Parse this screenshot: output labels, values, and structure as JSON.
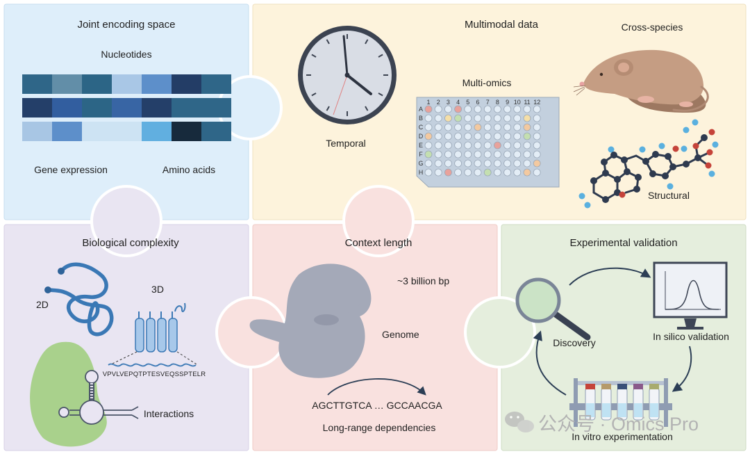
{
  "panels": {
    "joint_encoding": {
      "title": "Joint encoding space",
      "row_label": "Nucleotides",
      "label_left": "Gene expression",
      "label_right": "Amino acids",
      "colors": {
        "background": "#deeefa",
        "border": "#c7ddef"
      }
    },
    "multimodal": {
      "title": "Multimodal data",
      "temporal": "Temporal",
      "multiomics": "Multi-omics",
      "cross_species": "Cross-species",
      "structural": "Structural",
      "plate_columns": [
        "1",
        "2",
        "3",
        "4",
        "5",
        "6",
        "7",
        "8",
        "9",
        "10",
        "11",
        "12"
      ],
      "plate_rows": [
        "A",
        "B",
        "C",
        "D",
        "E",
        "F",
        "G",
        "H"
      ],
      "colors": {
        "background": "#fdf3dc",
        "border": "#efe1bf"
      }
    },
    "biological_complexity": {
      "title": "Biological complexity",
      "label_2d": "2D",
      "label_3d": "3D",
      "sequence": "VPVLVEPQTPTESVEQSSPTELR",
      "interactions": "Interactions",
      "colors": {
        "background": "#e9e5f2",
        "border": "#d7d1e6"
      }
    },
    "context_length": {
      "title": "Context length",
      "size": "~3 billion bp",
      "genome": "Genome",
      "sequence": "AGCTTGTCA … GCCAACGA",
      "caption": "Long-range dependencies",
      "colors": {
        "background": "#f9e1df",
        "border": "#efcbc7"
      }
    },
    "experimental_validation": {
      "title": "Experimental validation",
      "discovery": "Discovery",
      "in_silico": "In silico validation",
      "in_vitro": "In vitro experimentation",
      "colors": {
        "background": "#e5eedd",
        "border": "#cfdcc4"
      }
    }
  },
  "watermark": {
    "text": "公众号 · Omics Pro",
    "icon": "wechat-icon"
  }
}
